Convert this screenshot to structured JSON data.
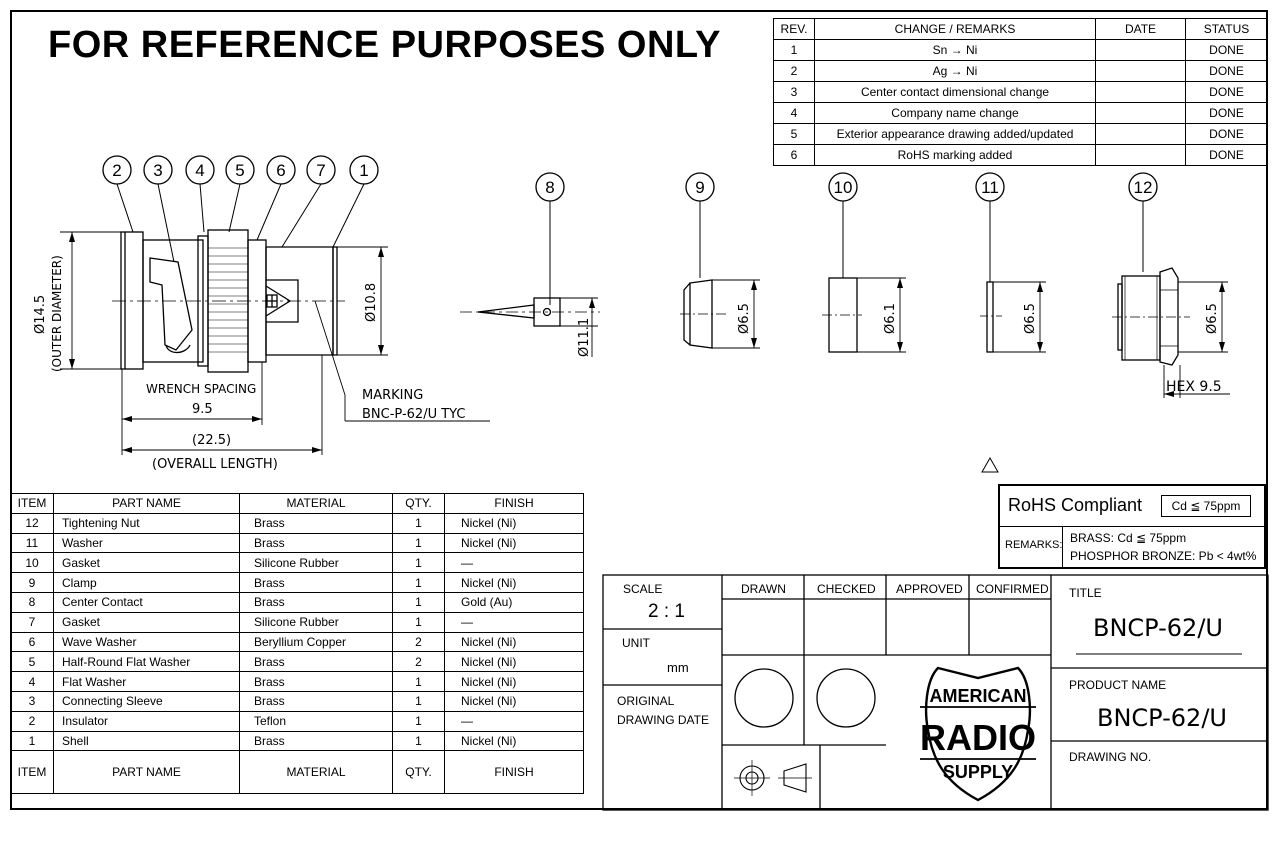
{
  "banner": "FOR REFERENCE PURPOSES ONLY",
  "revisions": {
    "headers": [
      "REV.",
      "CHANGE / REMARKS",
      "DATE",
      "STATUS"
    ],
    "rows": [
      {
        "rev": "1",
        "change": "Sn  → Ni",
        "date": "",
        "status": "DONE"
      },
      {
        "rev": "2",
        "change": "Ag  → Ni",
        "date": "",
        "status": "DONE"
      },
      {
        "rev": "3",
        "change": "Center contact dimensional change",
        "date": "",
        "status": "DONE"
      },
      {
        "rev": "4",
        "change": "Company name change",
        "date": "",
        "status": "DONE"
      },
      {
        "rev": "5",
        "change": "Exterior appearance drawing added/updated",
        "date": "",
        "status": "DONE"
      },
      {
        "rev": "6",
        "change": "RoHS marking added",
        "date": "",
        "status": "DONE"
      }
    ]
  },
  "drawing": {
    "balloons": [
      "2",
      "3",
      "4",
      "5",
      "6",
      "7",
      "1",
      "8",
      "9",
      "10",
      "11",
      "12"
    ],
    "dims": {
      "outer_dia": "Ø14.5",
      "outer_dia_note": "(OUTER DIAMETER)",
      "d108": "Ø10.8",
      "d111": "Ø11.1",
      "d65a": "Ø6.5",
      "d61": "Ø6.1",
      "d65b": "Ø6.5",
      "d65c": "Ø6.5",
      "hex": "HEX 9.5",
      "wrench_label": "WRENCH SPACING",
      "wrench_value": "9.5",
      "overall_value": "(22.5)",
      "overall_label": "(OVERALL LENGTH)",
      "marking_label": "MARKING",
      "marking_value": "BNC-P-62/U TYC"
    }
  },
  "parts": {
    "headers": [
      "ITEM",
      "PART NAME",
      "MATERIAL",
      "QTY.",
      "FINISH"
    ],
    "rows": [
      {
        "item": "12",
        "name": "Tightening Nut",
        "material": "Brass",
        "qty": "1",
        "finish": "Nickel (Ni)"
      },
      {
        "item": "11",
        "name": "Washer",
        "material": "Brass",
        "qty": "1",
        "finish": "Nickel (Ni)"
      },
      {
        "item": "10",
        "name": "Gasket",
        "material": "Silicone Rubber",
        "qty": "1",
        "finish": "—"
      },
      {
        "item": "9",
        "name": "Clamp",
        "material": "Brass",
        "qty": "1",
        "finish": "Nickel (Ni)"
      },
      {
        "item": "8",
        "name": "Center Contact",
        "material": "Brass",
        "qty": "1",
        "finish": "Gold (Au)"
      },
      {
        "item": "7",
        "name": "Gasket",
        "material": "Silicone Rubber",
        "qty": "1",
        "finish": "—"
      },
      {
        "item": "6",
        "name": "Wave Washer",
        "material": "Beryllium Copper",
        "qty": "2",
        "finish": "Nickel (Ni)"
      },
      {
        "item": "5",
        "name": "Half-Round Flat Washer",
        "material": "Brass",
        "qty": "2",
        "finish": "Nickel (Ni)"
      },
      {
        "item": "4",
        "name": "Flat Washer",
        "material": "Brass",
        "qty": "1",
        "finish": "Nickel (Ni)"
      },
      {
        "item": "3",
        "name": "Connecting Sleeve",
        "material": "Brass",
        "qty": "1",
        "finish": "Nickel (Ni)"
      },
      {
        "item": "2",
        "name": "Insulator",
        "material": "Teflon",
        "qty": "1",
        "finish": "—"
      },
      {
        "item": "1",
        "name": "Shell",
        "material": "Brass",
        "qty": "1",
        "finish": "Nickel (Ni)"
      }
    ]
  },
  "rohs": {
    "title": "RoHS Compliant",
    "badge": "Cd ≦ 75ppm",
    "remarks_label": "REMARKS:",
    "remark1": "BRASS: Cd ≦ 75ppm",
    "remark2": "PHOSPHOR BRONZE: Pb < 4wt%"
  },
  "title_block": {
    "scale_label": "SCALE",
    "scale_value": "2 : 1",
    "unit_label": "UNIT",
    "unit_value": "mm",
    "original_label": "ORIGINAL",
    "drawing_date_label": "DRAWING DATE",
    "drawn": "DRAWN",
    "checked": "CHECKED",
    "approved": "APPROVED",
    "confirmed": "CONFIRMED",
    "title_label": "TITLE",
    "title_value": "BNCP-62/U",
    "product_label": "PRODUCT NAME",
    "product_value": "BNCP-62/U",
    "drawing_no_label": "DRAWING NO.",
    "logo_line1": "AMERICAN",
    "logo_line2": "RADIO",
    "logo_line3": "SUPPLY"
  }
}
